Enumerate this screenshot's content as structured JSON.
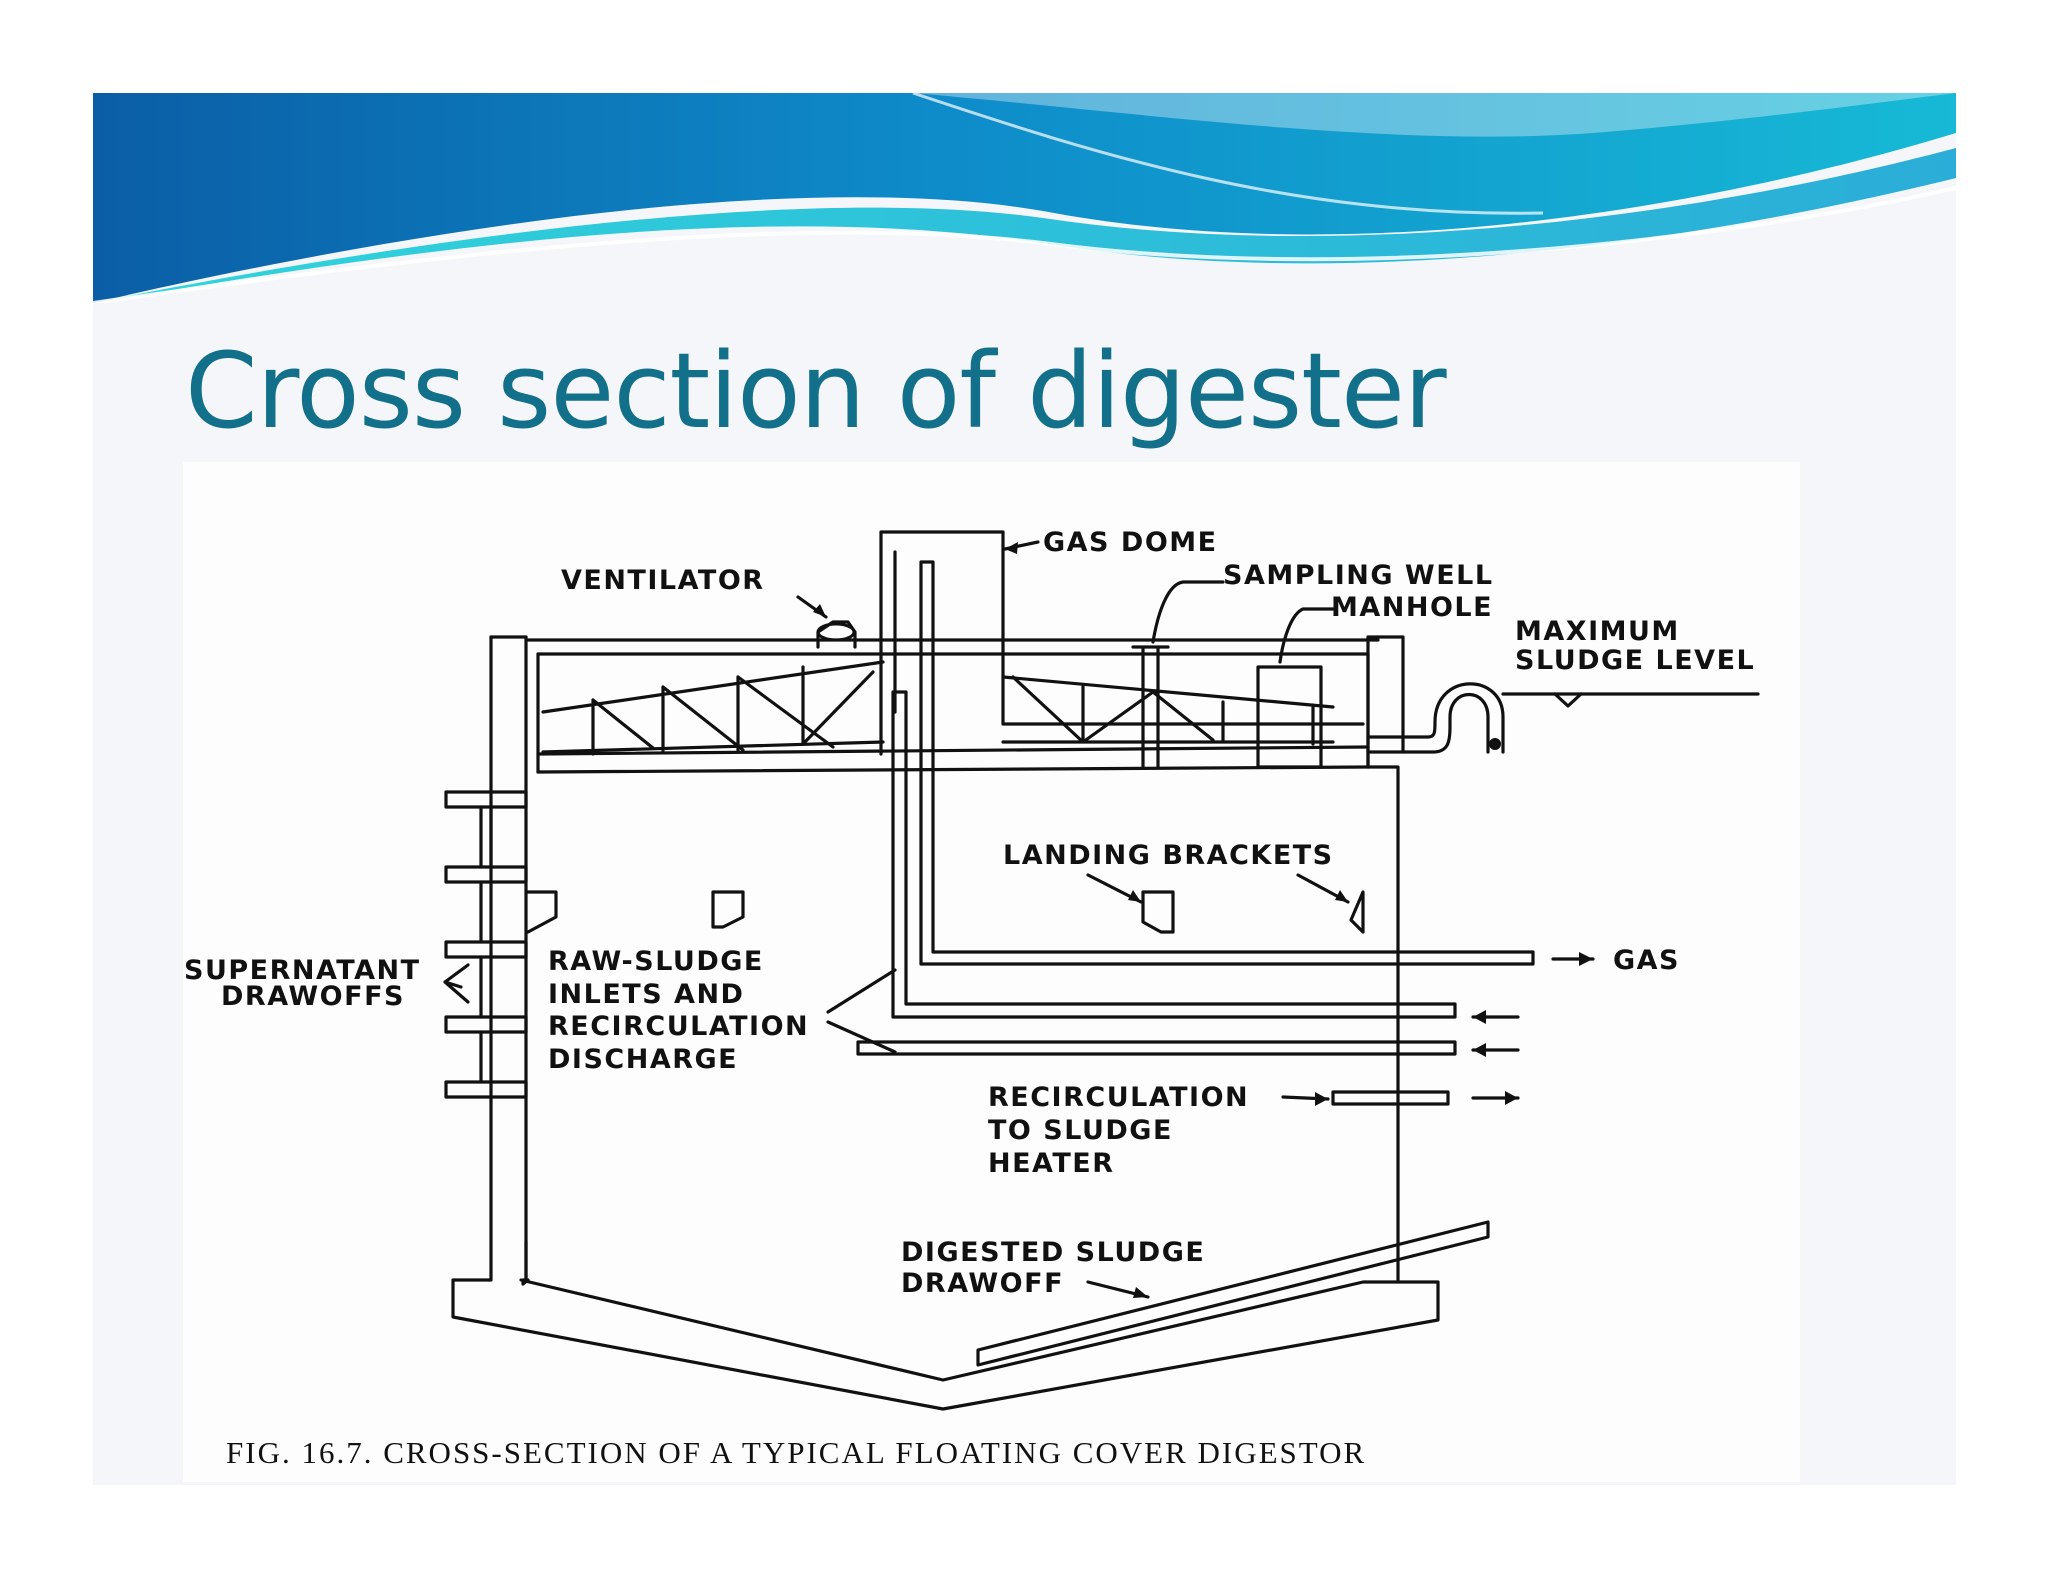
{
  "slide": {
    "title": "Cross section of digester",
    "caption": "FIG. 16.7. CROSS-SECTION OF A TYPICAL FLOATING COVER DIGESTOR"
  },
  "diagram": {
    "labels": {
      "gas_dome": "GAS DOME",
      "ventilator": "VENTILATOR",
      "sampling_well": "SAMPLING WELL",
      "manhole": "MANHOLE",
      "maximum": "MAXIMUM",
      "sludge_level": "SLUDGE LEVEL",
      "landing_brackets": "LANDING BRACKETS",
      "gas": "GAS",
      "supernatant": "SUPERNATANT",
      "drawoffs": "DRAWOFFS",
      "raw_sludge": "RAW-SLUDGE",
      "inlets_and": "INLETS AND",
      "recirculation": "RECIRCULATION",
      "discharge": "DISCHARGE",
      "recirculation_2": "RECIRCULATION",
      "to_sludge": "TO SLUDGE",
      "heater": "HEATER",
      "digested_sludge": "DIGESTED SLUDGE",
      "drawoff": "DRAWOFF"
    }
  },
  "colors": {
    "title": "#13708a",
    "banner_dark": "#0a5fa8",
    "banner_light": "#19c6d9",
    "line": "#111111"
  }
}
